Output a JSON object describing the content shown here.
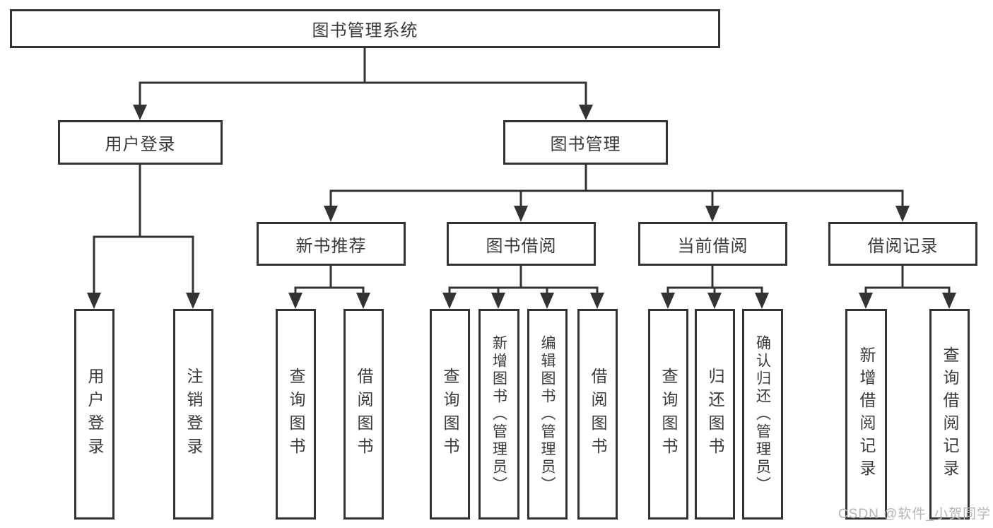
{
  "tree": {
    "root": {
      "label": "图书管理系统"
    },
    "level2": [
      {
        "label": "用户登录"
      },
      {
        "label": "图书管理"
      }
    ],
    "level3": [
      {
        "label": "新书推荐",
        "parent": "图书管理"
      },
      {
        "label": "图书借阅",
        "parent": "图书管理"
      },
      {
        "label": "当前借阅",
        "parent": "图书管理"
      },
      {
        "label": "借阅记录",
        "parent": "图书管理"
      }
    ],
    "leaves": [
      {
        "label": "用户登录",
        "parent": "用户登录"
      },
      {
        "label": "注销登录",
        "parent": "用户登录"
      },
      {
        "label": "查询图书",
        "parent": "新书推荐"
      },
      {
        "label": "借阅图书",
        "parent": "新书推荐"
      },
      {
        "label": "查询图书",
        "parent": "图书借阅"
      },
      {
        "label": "新增图书（管理员）",
        "parent": "图书借阅"
      },
      {
        "label": "编辑图书（管理员）",
        "parent": "图书借阅"
      },
      {
        "label": "借阅图书",
        "parent": "图书借阅"
      },
      {
        "label": "查询图书",
        "parent": "当前借阅"
      },
      {
        "label": "归还图书",
        "parent": "当前借阅"
      },
      {
        "label": "确认归还（管理员）",
        "parent": "当前借阅"
      },
      {
        "label": "新增借阅记录",
        "parent": "借阅记录"
      },
      {
        "label": "查询借阅记录",
        "parent": "借阅记录"
      }
    ]
  },
  "watermark": {
    "text": "CSDN @软件_小贺同学"
  },
  "colors": {
    "line": "#333333",
    "text": "#3a3a3a",
    "background": "#ffffff",
    "watermark": "#b5b5b5"
  }
}
